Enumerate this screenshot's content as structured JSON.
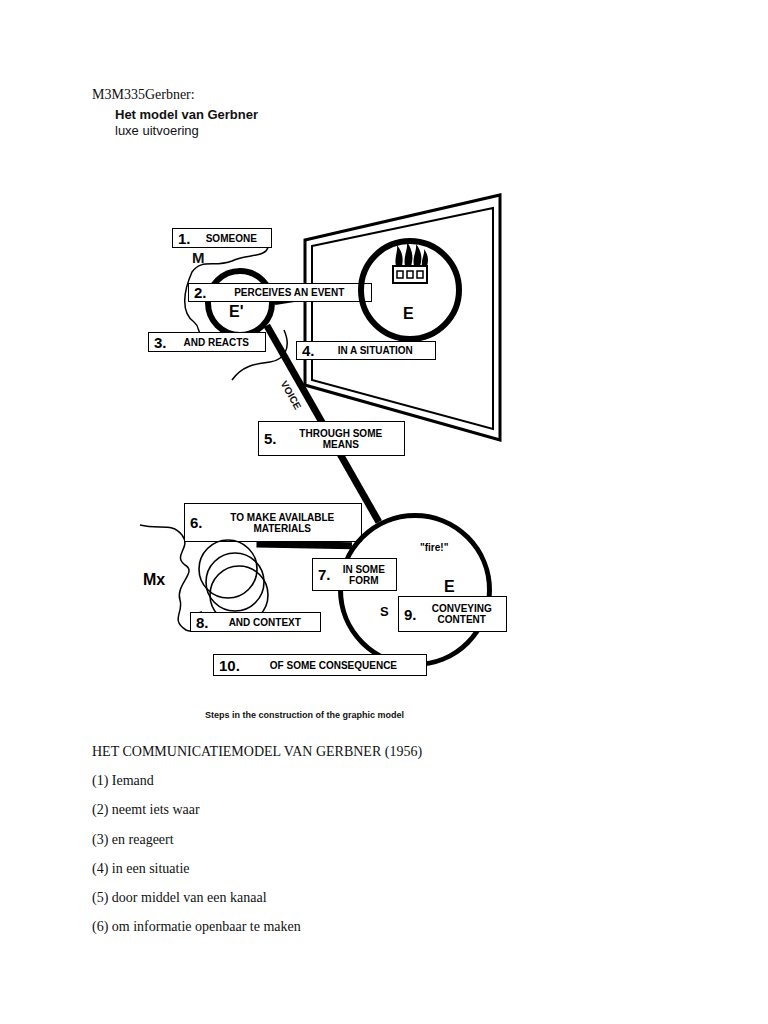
{
  "diagram": {
    "title": "Het model van Gerbner",
    "caption": "Steps in the construction of the graphic model",
    "nodes": [
      {
        "text": [
          "1.",
          "SOMEONE"
        ]
      },
      {
        "text": [
          "E'"
        ]
      },
      {
        "text": [
          "2.",
          "PERCEIVES AN EVENT"
        ]
      },
      {
        "text": [
          "E"
        ]
      },
      {
        "text": [
          "3.",
          "AND REACTS"
        ]
      },
      {
        "text": [
          "4.",
          "IN A SITUATION"
        ]
      },
      {
        "text": [
          "5.",
          "THROUGH SOME MEANS"
        ]
      },
      {
        "text": [
          "6.",
          "TO MAKE AVAILABLE MATERIALS"
        ]
      },
      {
        "text": [
          "Mx"
        ]
      },
      {
        "text": [
          "\"fire!\"",
          "E",
          "S"
        ]
      },
      {
        "text": [
          "7.",
          "IN SOME FORM"
        ]
      },
      {
        "text": [
          "8.",
          "AND CONTEXT"
        ]
      },
      {
        "text": [
          "9.",
          "CONVEYING CONTENT"
        ]
      },
      {
        "text": [
          "10.",
          "OF SOME CONSEQUENCE"
        ]
      }
    ],
    "edges": [
      {
        "from": 1,
        "to": 9,
        "label": "VOICE",
        "arrow": "none"
      },
      {
        "from": 1,
        "to": 3,
        "arrow": "none"
      },
      {
        "from": 8,
        "to": 9,
        "arrow": "none"
      }
    ],
    "labels": [
      "M3M335Gerbner:",
      "luxe uitvoering",
      "M",
      "HET COMMUNICATIEMODEL VAN GERBNER (1956)",
      "(1) Iemand",
      "(2) neemt iets waar",
      "(3) en reageert",
      "(4) in een situatie",
      "(5) door middel van een kanaal",
      "(6) om informatie openbaar te maken"
    ]
  }
}
